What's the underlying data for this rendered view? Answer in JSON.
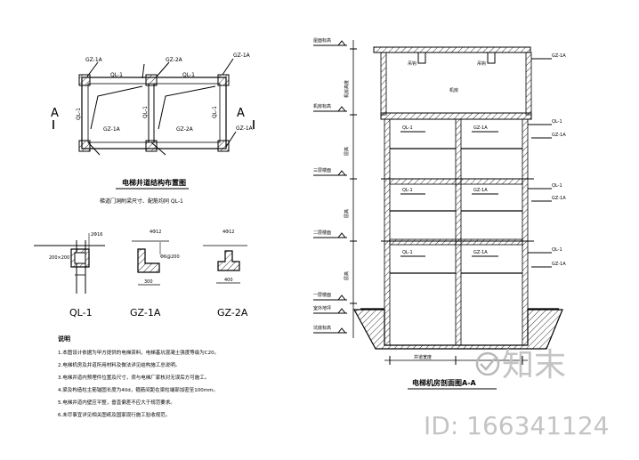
{
  "plan": {
    "title": "电梯井道结构布置图",
    "note": "梯道门洞附梁尺寸、配筋均同 QL-1",
    "section_marks": [
      "A",
      "A"
    ],
    "labels": {
      "gz1a_tl": "GZ-1A",
      "gz2a_top": "GZ-2A",
      "gz1a_tr": "GZ-1A",
      "ql1_left_top": "QL-1",
      "ql1_right_top": "QL-1",
      "ql1_left_v": "QL-1",
      "ql1_mid_v": "QL-1",
      "ql1_right_v": "QL-1",
      "gz1a_bl": "GZ-1A",
      "gz2a_bm": "GZ-2A",
      "gz1a_br": "GZ-1A"
    }
  },
  "details": {
    "ql1": {
      "title": "QL-1",
      "top_bars": "2Φ16",
      "section": "200×200"
    },
    "gz1a": {
      "title": "GZ-1A",
      "top_bars": "4Φ12",
      "side": "Φ6@200",
      "width": "300"
    },
    "gz2a": {
      "title": "GZ-2A",
      "top_bars": "4Φ12",
      "width": "400"
    }
  },
  "notes": {
    "heading": "说明",
    "items": [
      "1.本图设计依据为甲方提供的电梯资料，电梯基坑混凝土强度等级为C20。",
      "2.电梯机房及井道所用材料及做法详见结构施工总说明。",
      "3.电梯井道内预埋件位置及尺寸，须与电梯厂家核对无误后方可施工。",
      "4.梁及构造柱主筋锚固长度为40d，箍筋间距在梁柱端部加密至100mm。",
      "5.电梯井道内壁应平整，垂直偏差不应大于规范要求。",
      "6.未尽事宜详见相关图纸及国家现行施工验收规范。"
    ]
  },
  "section": {
    "title": "电梯机房剖面图A-A",
    "bottom_label": "井道宽度",
    "machine_room_label": "机房",
    "level_labels": [
      "屋面标高",
      "机房标高",
      "三层楼面",
      "二层楼面",
      "一层楼面",
      "室外地坪",
      "坑底标高"
    ],
    "left_dims": [
      "机房高度",
      "层高",
      "层高",
      "层高"
    ],
    "right_labels": [
      "GZ-1A",
      "QL-1",
      "GZ-1A",
      "QL-1",
      "GZ-1A",
      "QL-1",
      "GZ-1A"
    ],
    "inner_labels": [
      "QL-1",
      "GZ-1A",
      "QL-1",
      "GZ-1A",
      "QL-1",
      "GZ-1A"
    ],
    "top_labels": [
      "吊钩",
      "吊钩"
    ]
  },
  "watermark": {
    "logo": "知末",
    "id_text": "ID: 166341124"
  }
}
